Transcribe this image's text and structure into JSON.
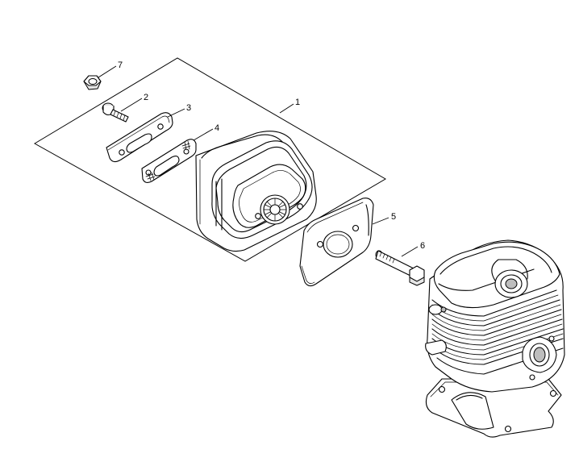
{
  "callouts": {
    "c1": "1",
    "c2": "2",
    "c3": "3",
    "c4": "4",
    "c5": "5",
    "c6": "6",
    "c7": "7"
  },
  "parts": {
    "assembly_kit": "muffler-assembly-kit",
    "bolt": "bolt-icon",
    "gasket_a": "gasket-icon",
    "gasket_b": "gasket-icon",
    "muffler": "muffler-icon",
    "cooling_plate": "cooling-plate-icon",
    "stud": "stud-bolt-icon",
    "nut": "nut-icon",
    "cylinder": "cylinder-icon"
  }
}
